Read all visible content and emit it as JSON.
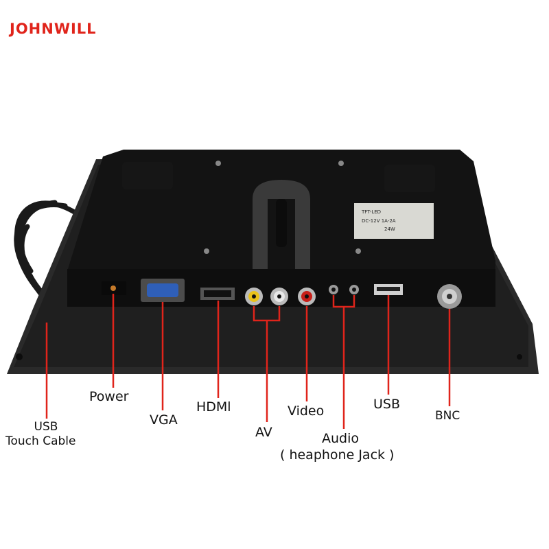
{
  "brand": {
    "name": "JOHNWILL",
    "color": "#e0241b"
  },
  "sticker": {
    "line1": "TFT-LED",
    "line2": "DC-12V 1A-2A",
    "line3": "24W"
  },
  "labels": {
    "usb_touch_line1": "USB",
    "usb_touch_line2": "Touch Cable",
    "power": "Power",
    "vga": "VGA",
    "hdmi": "HDMl",
    "av": "AV",
    "video": "Video",
    "audio_line1": "Audio",
    "audio_line2": "( heaphone Jack )",
    "usb": "USB",
    "bnc": "BNC"
  },
  "colors": {
    "leader_line": "#e0241b",
    "monitor_body": "#1c1c1c",
    "back_panel": "#111111",
    "rca_yellow": "#e9c21a",
    "rca_white": "#e8e8e8",
    "rca_red": "#c8201a"
  }
}
